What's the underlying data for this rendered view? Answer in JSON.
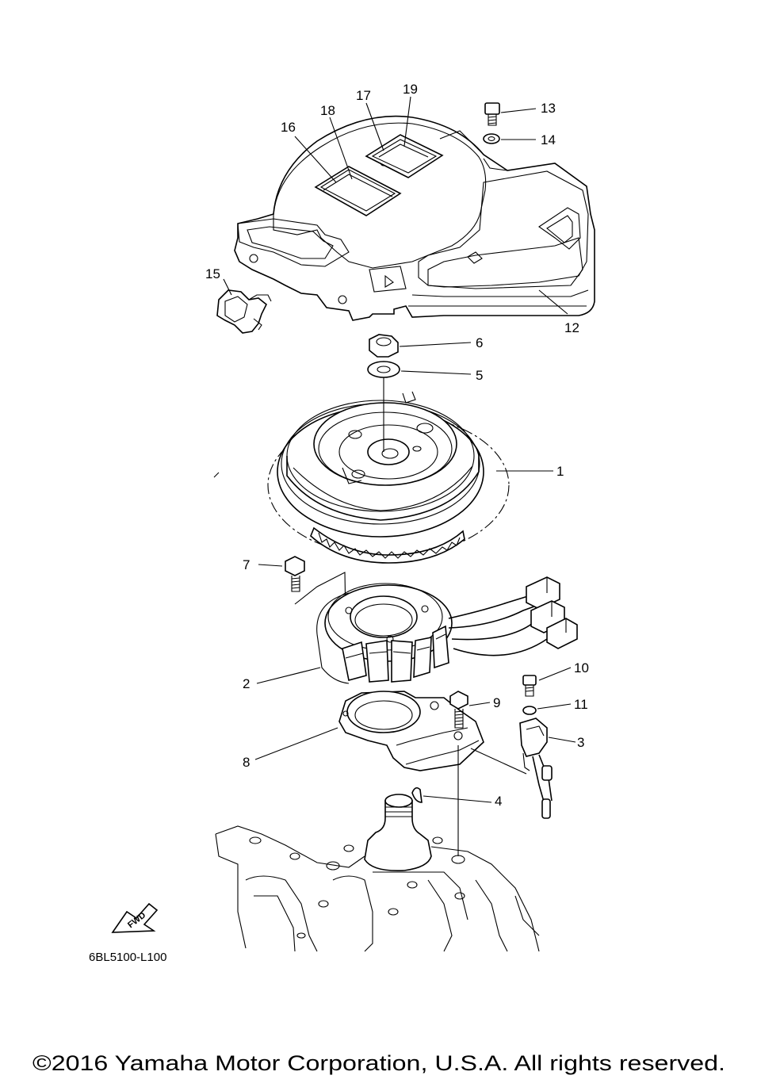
{
  "diagram": {
    "callouts": [
      {
        "id": "c1",
        "label": "1"
      },
      {
        "id": "c2",
        "label": "2"
      },
      {
        "id": "c3",
        "label": "3"
      },
      {
        "id": "c4",
        "label": "4"
      },
      {
        "id": "c5",
        "label": "5"
      },
      {
        "id": "c6",
        "label": "6"
      },
      {
        "id": "c7",
        "label": "7"
      },
      {
        "id": "c8",
        "label": "8"
      },
      {
        "id": "c9",
        "label": "9"
      },
      {
        "id": "c10",
        "label": "10"
      },
      {
        "id": "c11",
        "label": "11"
      },
      {
        "id": "c12",
        "label": "12"
      },
      {
        "id": "c13",
        "label": "13"
      },
      {
        "id": "c14",
        "label": "14"
      },
      {
        "id": "c15",
        "label": "15"
      },
      {
        "id": "c16",
        "label": "16"
      },
      {
        "id": "c17",
        "label": "17"
      },
      {
        "id": "c18",
        "label": "18"
      },
      {
        "id": "c19",
        "label": "19"
      }
    ],
    "fwd_label": "FWD",
    "drawing_code": "6BL5100-L100"
  },
  "footer": {
    "copyright": "©2016 Yamaha Motor Corporation, U.S.A. All rights reserved."
  }
}
